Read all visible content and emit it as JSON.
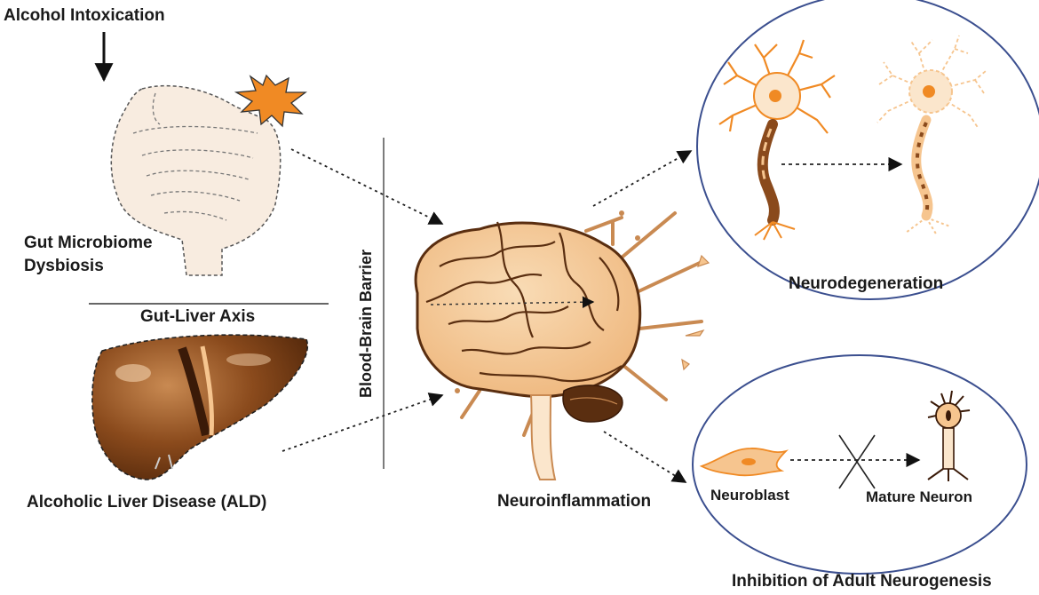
{
  "labels": {
    "alcohol_intoxication": "Alcohol Intoxication",
    "gut_microbiome_line1": "Gut Microbiome",
    "gut_microbiome_line2": "Dysbiosis",
    "gut_liver_axis": "Gut-Liver Axis",
    "alcoholic_liver_disease": "Alcoholic Liver Disease (ALD)",
    "blood_brain_barrier": "Blood-Brain Barrier",
    "neuroinflammation": "Neuroinflammation",
    "neurodegeneration": "Neurodegeneration",
    "neuroblast": "Neuroblast",
    "mature_neuron": "Mature Neuron",
    "inhibition_of_adult_neurogenesis": "Inhibition of Adult Neurogenesis"
  },
  "colors": {
    "orange": "#f08a24",
    "peach": "#f6c58f",
    "light_peach": "#fbe6cc",
    "gut_fill": "#f8ece0",
    "liver_brown": "#8a4a1c",
    "dark_brown": "#3a1a08",
    "circle_outline": "#3b4f8f",
    "line": "#222222"
  },
  "icons": [
    "starburst-icon",
    "intestine-icon",
    "liver-icon",
    "brain-icon",
    "neuron-icon",
    "degenerating-neuron-icon",
    "neuroblast-icon",
    "mature-neuron-icon",
    "block-x-icon"
  ]
}
